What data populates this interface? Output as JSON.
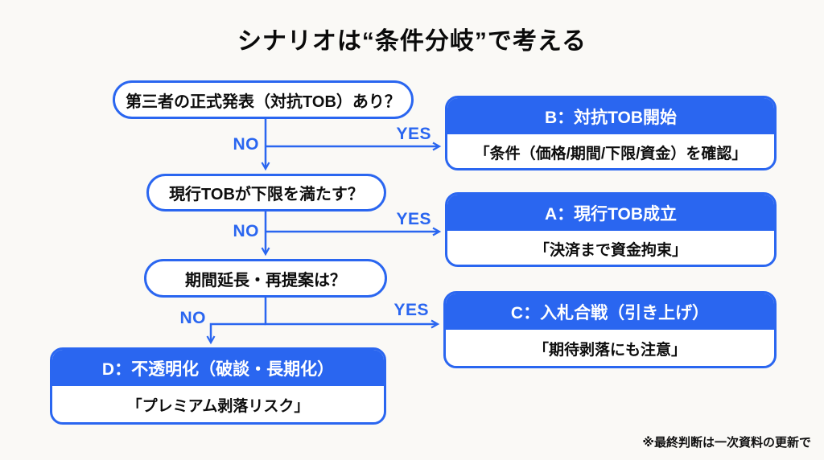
{
  "title": "シナリオは“条件分岐”で考える",
  "footnote": "※最終判断は一次資料の更新で",
  "colors": {
    "accent_blue": "#2a66f0",
    "background": "#faf9f6",
    "text_black": "#0d0d0d",
    "outcome_header_text": "#ffffff"
  },
  "flowchart": {
    "decisions": [
      {
        "id": "q1",
        "label": "第三者の正式発表（対抗TOB）あり？"
      },
      {
        "id": "q2",
        "label": "現行TOBが下限を満たす？"
      },
      {
        "id": "q3",
        "label": "期間延長・再提案は？"
      }
    ],
    "outcomes": [
      {
        "id": "B",
        "title": "B：対抗TOB開始",
        "note": "「条件（価格/期間/下限/資金）を確認」"
      },
      {
        "id": "A",
        "title": "A：現行TOB成立",
        "note": "「決済まで資金拘束」"
      },
      {
        "id": "C",
        "title": "C：入札合戦（引き上げ）",
        "note": "「期待剥落にも注意」"
      },
      {
        "id": "D",
        "title": "D：不透明化（破談・長期化）",
        "note": "「プレミアム剥落リスク」"
      }
    ],
    "edges": [
      {
        "from": "q1",
        "to": "B",
        "label": "YES"
      },
      {
        "from": "q1",
        "to": "q2",
        "label": "NO"
      },
      {
        "from": "q2",
        "to": "A",
        "label": "YES"
      },
      {
        "from": "q2",
        "to": "q3",
        "label": "NO"
      },
      {
        "from": "q3",
        "to": "C",
        "label": "YES"
      },
      {
        "from": "q3",
        "to": "D",
        "label": "NO"
      }
    ]
  }
}
